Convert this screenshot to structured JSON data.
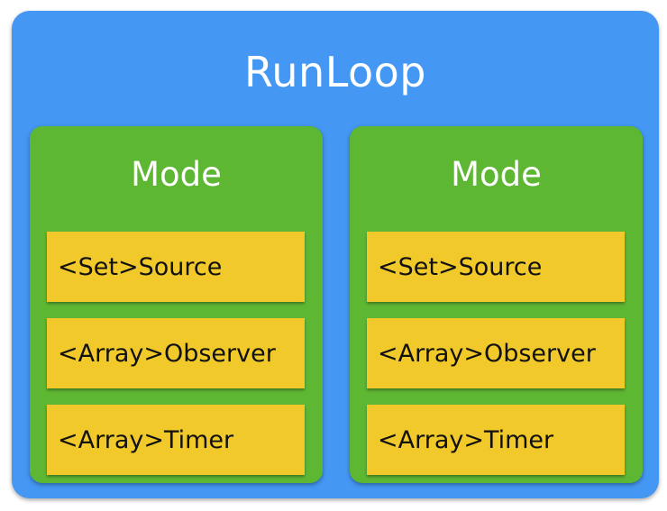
{
  "runloop": {
    "title": "RunLoop",
    "modes": [
      {
        "title": "Mode",
        "items": [
          "<Set>Source",
          "<Array>Observer",
          "<Array>Timer"
        ]
      },
      {
        "title": "Mode",
        "items": [
          "<Set>Source",
          "<Array>Observer",
          "<Array>Timer"
        ]
      }
    ]
  },
  "colors": {
    "runloop_bg": "#4497f2",
    "mode_bg": "#5eb733",
    "item_bg": "#f1c92a",
    "title_text": "#ffffff",
    "item_text": "#111111"
  }
}
